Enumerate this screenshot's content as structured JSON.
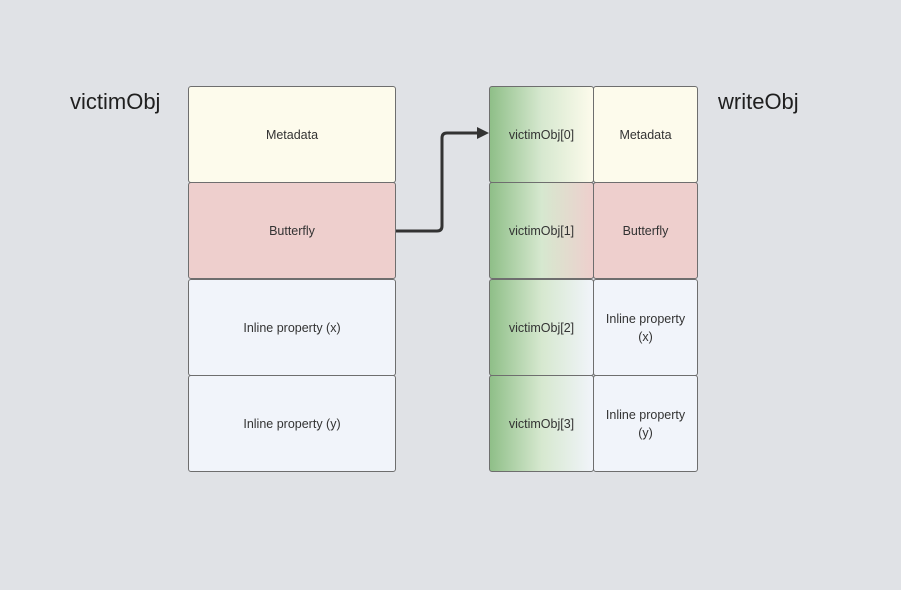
{
  "victim_obj": {
    "title": "victimObj",
    "cells": [
      "Metadata",
      "Butterfly",
      "Inline property (x)",
      "Inline property (y)"
    ]
  },
  "write_obj": {
    "title": "writeObj",
    "index_cells": [
      "victimObj[0]",
      "victimObj[1]",
      "victimObj[2]",
      "victimObj[3]"
    ],
    "cells": [
      "Metadata",
      "Butterfly",
      "Inline property\n(x)",
      "Inline property\n(y)"
    ]
  },
  "colors": {
    "background": "#e0e2e6",
    "metadata": "#fdfbec",
    "butterfly": "#eecfcd",
    "inline_property": "#f1f4fa",
    "index_gradient_start": "#8fbf88",
    "arrow": "#333333"
  }
}
